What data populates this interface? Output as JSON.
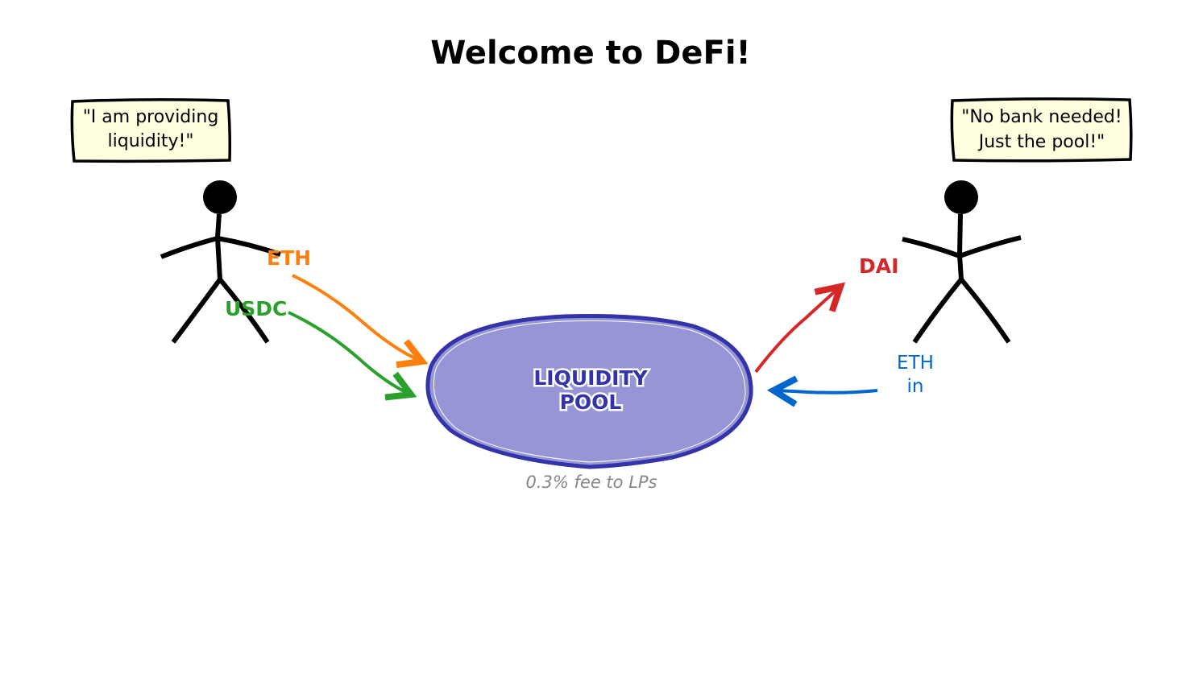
{
  "title": "Welcome to DeFi!",
  "left_person": {
    "speech_line1": "\"I am providing",
    "speech_line2": "liquidity!\"",
    "token1": "ETH",
    "token2": "USDC"
  },
  "right_person": {
    "speech_line1": "\"No bank needed!",
    "speech_line2": "Just the pool!\"",
    "token_out": "DAI",
    "token_in_line1": "ETH",
    "token_in_line2": "in"
  },
  "pool": {
    "label_line1": "LIQUIDITY",
    "label_line2": "POOL",
    "fee_note": "0.3% fee to LPs"
  },
  "colors": {
    "eth_left": "#ff7f0e",
    "usdc": "#2ca02c",
    "dai": "#d62728",
    "eth_in": "#0066cc",
    "pool_fill": "#9696d6",
    "pool_stroke": "#3333aa",
    "bubble": "#ffffe0"
  }
}
